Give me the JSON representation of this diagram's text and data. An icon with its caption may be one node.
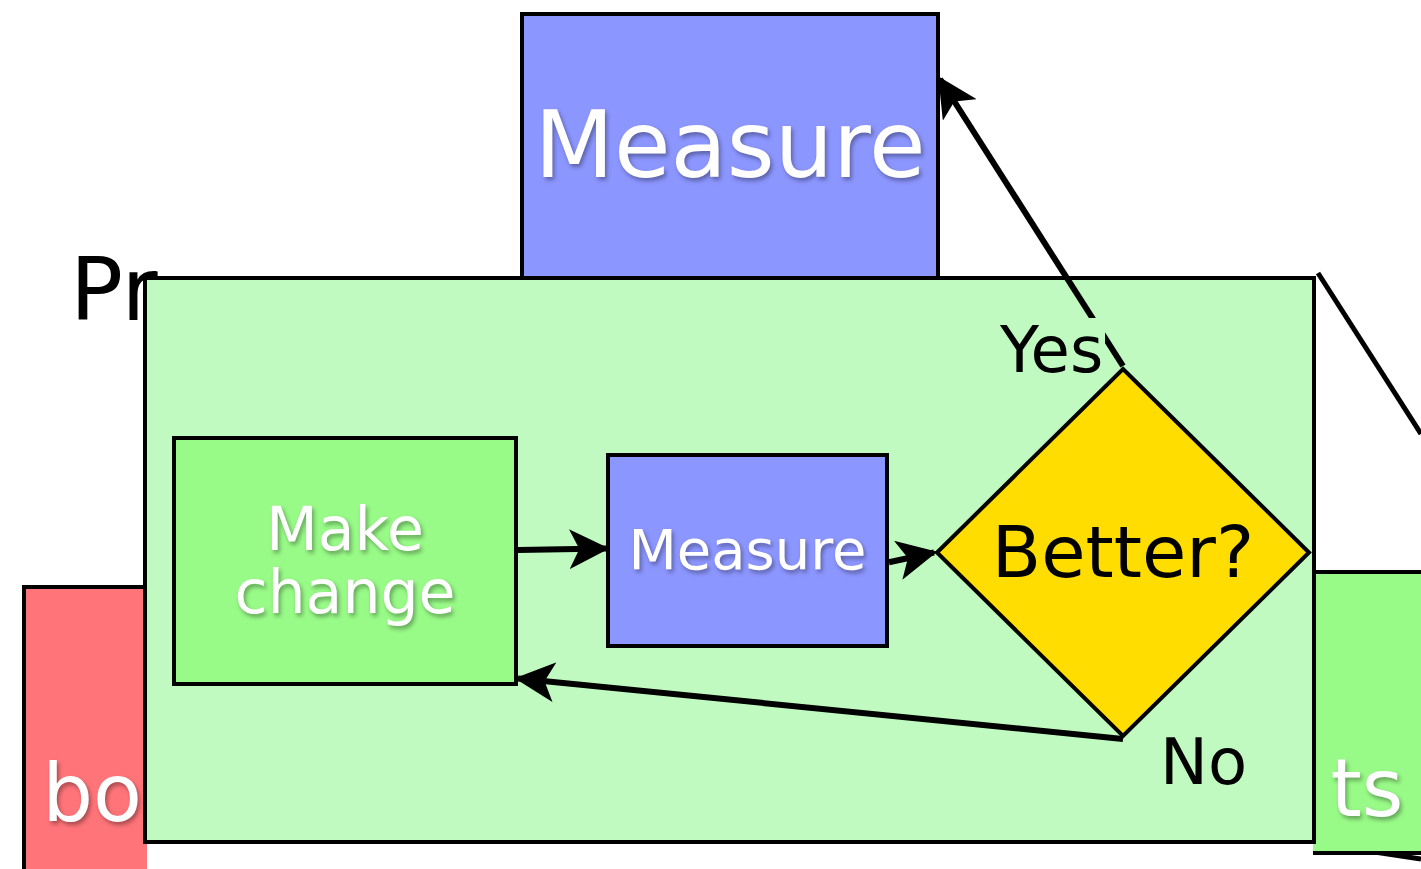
{
  "diagram": {
    "nodes": [
      {
        "text": [
          "Measure"
        ]
      },
      {
        "text": [
          "bo"
        ]
      },
      {
        "text": [
          "ts"
        ]
      },
      {
        "text": [],
        "shape": "box"
      },
      {
        "text": [
          "Make change"
        ],
        "in": 3
      },
      {
        "text": [
          "Measure"
        ],
        "in": 3
      },
      {
        "text": [
          "Better?"
        ],
        "in": 3
      }
    ],
    "edges": [
      {
        "from": 4,
        "to": 5,
        "arrow": "to"
      },
      {
        "from": 5,
        "to": 6,
        "arrow": "to"
      },
      {
        "from": 6,
        "to": 0,
        "arrow": "to",
        "label": "Yes"
      },
      {
        "from": 6,
        "to": 4,
        "arrow": "to",
        "label": "No"
      }
    ],
    "labels": [
      "Pr"
    ]
  }
}
